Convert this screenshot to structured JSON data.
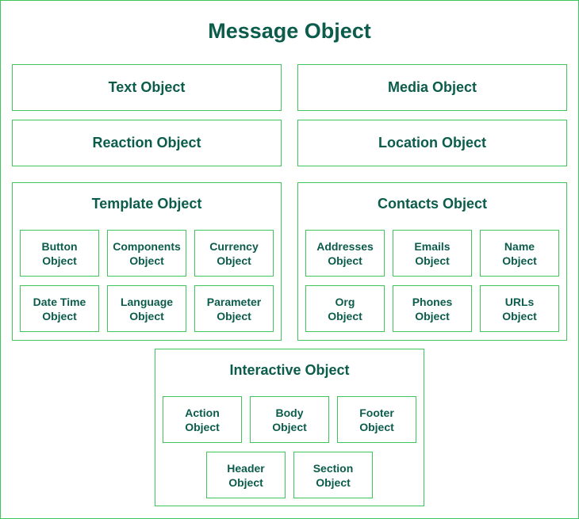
{
  "title": "Message Object",
  "simple_objects": [
    "Text Object",
    "Media Object",
    "Reaction Object",
    "Location Object"
  ],
  "template": {
    "title": "Template Object",
    "children": [
      {
        "line1": "Button",
        "line2": "Object"
      },
      {
        "line1": "Components",
        "line2": "Object"
      },
      {
        "line1": "Currency",
        "line2": "Object"
      },
      {
        "line1": "Date Time",
        "line2": "Object"
      },
      {
        "line1": "Language",
        "line2": "Object"
      },
      {
        "line1": "Parameter",
        "line2": "Object"
      }
    ]
  },
  "contacts": {
    "title": "Contacts Object",
    "children": [
      {
        "line1": "Addresses",
        "line2": "Object"
      },
      {
        "line1": "Emails",
        "line2": "Object"
      },
      {
        "line1": "Name",
        "line2": "Object"
      },
      {
        "line1": "Org",
        "line2": "Object"
      },
      {
        "line1": "Phones",
        "line2": "Object"
      },
      {
        "line1": "URLs",
        "line2": "Object"
      }
    ]
  },
  "interactive": {
    "title": "Interactive Object",
    "children": [
      {
        "line1": "Action",
        "line2": "Object"
      },
      {
        "line1": "Body",
        "line2": "Object"
      },
      {
        "line1": "Footer",
        "line2": "Object"
      },
      {
        "line1": "Header",
        "line2": "Object"
      },
      {
        "line1": "Section",
        "line2": "Object"
      }
    ]
  },
  "colors": {
    "border": "#3ec65a",
    "text": "#0b5c4b"
  }
}
